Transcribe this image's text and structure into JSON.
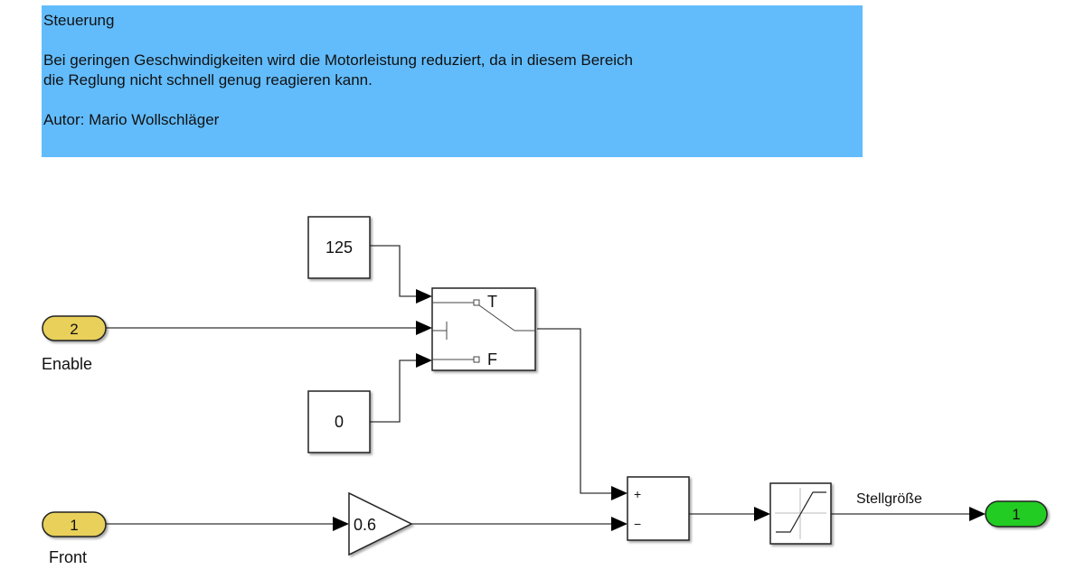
{
  "annotation": {
    "title": "Steuerung",
    "line1": "Bei geringen Geschwindigkeiten wird die Motorleistung reduziert, da in diesem Bereich",
    "line2": "die Reglung nicht schnell genug reagieren kann.",
    "author": "Autor: Mario Wollschläger",
    "color": "#62bcfc"
  },
  "blocks": {
    "const_true": {
      "value": "125"
    },
    "const_false": {
      "value": "0"
    },
    "switch": {
      "true_label": "T",
      "false_label": "F"
    },
    "inport_enable": {
      "number": "2",
      "name": "Enable",
      "color": "#e8d05a"
    },
    "inport_front": {
      "number": "1",
      "name": "Front",
      "color": "#e8d05a"
    },
    "gain": {
      "value": "0.6"
    },
    "sum": {
      "plus": "+",
      "minus": "−"
    },
    "saturation": {},
    "outport": {
      "number": "1",
      "color": "#22cc22"
    }
  },
  "signals": {
    "output_label": "Stellgröße"
  }
}
